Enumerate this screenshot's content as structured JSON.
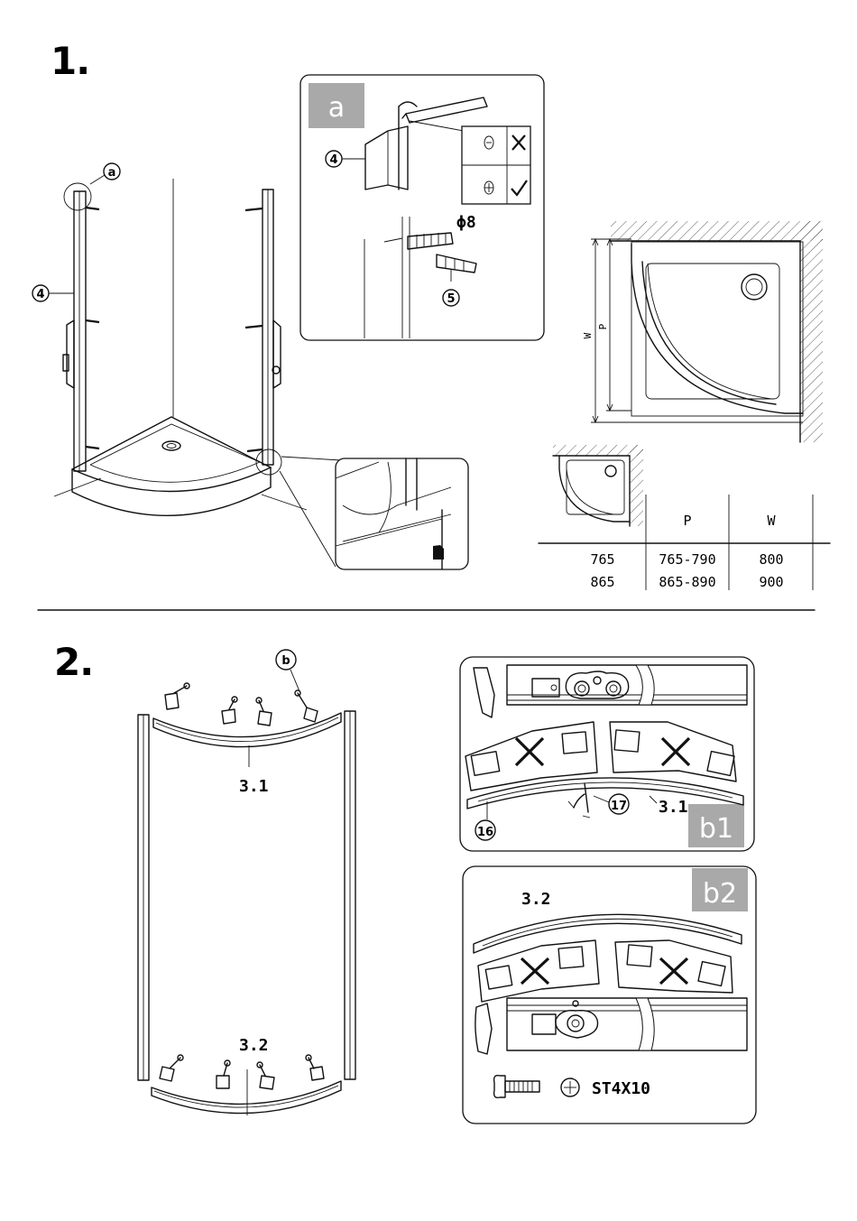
{
  "steps": {
    "step1": "1.",
    "step2": "2."
  },
  "detail_tabs": {
    "a": "a",
    "b1": "b1",
    "b2": "b2"
  },
  "callouts": {
    "a": "a",
    "b": "b",
    "part4": "4",
    "part4_detail": "4",
    "part5": "5",
    "part16": "16",
    "part17": "17"
  },
  "drill": {
    "diameter_label": "ϕ8"
  },
  "part_labels": {
    "top_profile": "3.1",
    "bottom_profile": "3.2",
    "detail_top_profile": "3.1",
    "detail_bottom_profile": "3.2"
  },
  "dimensions": {
    "w_label": "W",
    "p_label": "P"
  },
  "size_table": {
    "columns": [
      "",
      "P",
      "W"
    ],
    "rows": [
      [
        "765",
        "765-790",
        "800"
      ],
      [
        "865",
        "865-890",
        "900"
      ]
    ]
  },
  "screw": {
    "spec": "ST4X10"
  }
}
